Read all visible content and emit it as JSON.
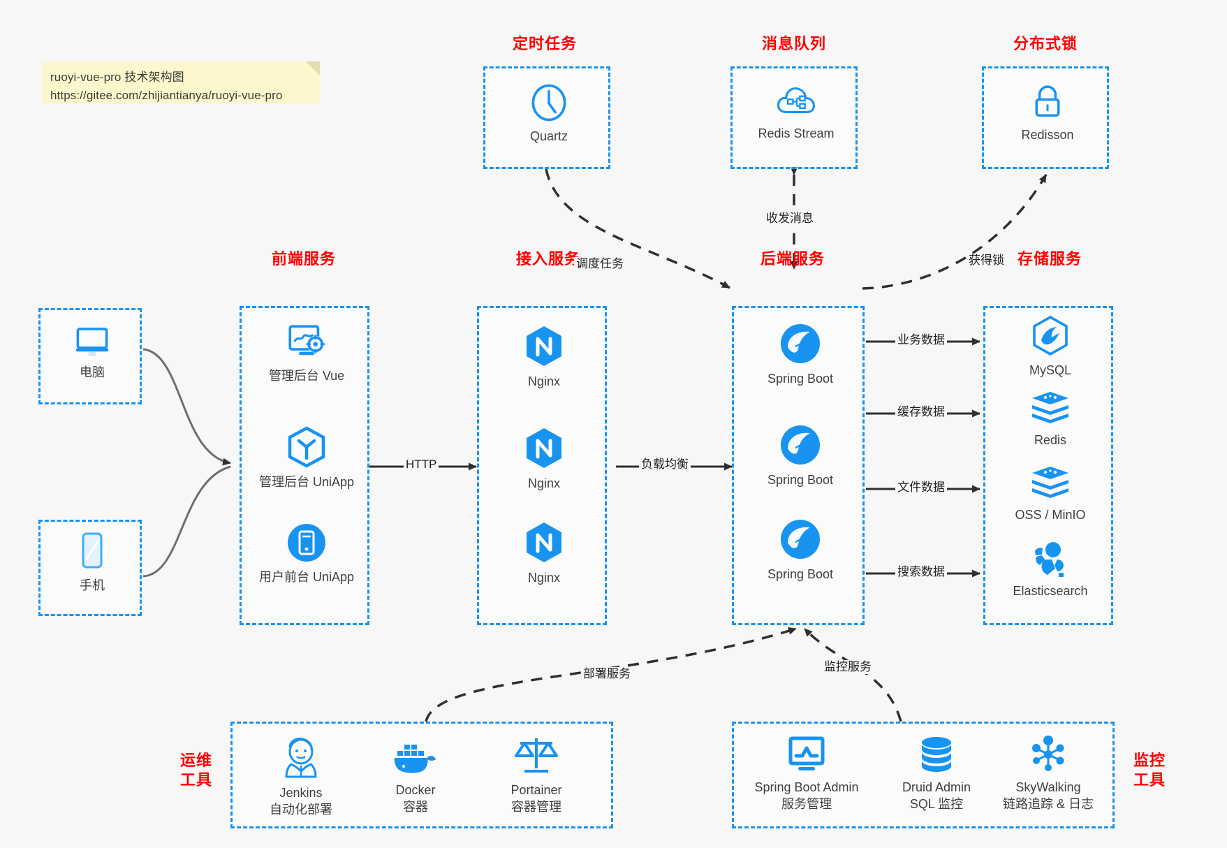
{
  "note": {
    "line1": "ruoyi-vue-pro 技术架构图",
    "line2": "https://gitee.com/zhijiantianya/ruoyi-vue-pro"
  },
  "colors": {
    "accent_blue": "#1893f0",
    "title_red": "#ff0000",
    "edge_gray": "#4a4a4a",
    "background": "#f7f7f7",
    "note_yellow": "#fdf7cd"
  },
  "groups": {
    "scheduled_task": {
      "title": "定时任务"
    },
    "message_queue": {
      "title": "消息队列"
    },
    "distributed_lock": {
      "title": "分布式锁"
    },
    "frontend": {
      "title": "前端服务"
    },
    "gateway": {
      "title": "接入服务"
    },
    "backend": {
      "title": "后端服务"
    },
    "storage": {
      "title": "存储服务"
    },
    "devops": {
      "title_line1": "运维",
      "title_line2": "工具"
    },
    "monitor": {
      "title_line1": "监控",
      "title_line2": "工具"
    }
  },
  "nodes": {
    "quartz": {
      "label": "Quartz",
      "icon": "clock-icon"
    },
    "redis_stream": {
      "label": "Redis Stream",
      "icon": "cloud-stream-icon"
    },
    "redisson": {
      "label": "Redisson",
      "icon": "lock-icon"
    },
    "computer": {
      "label": "电脑",
      "icon": "monitor-icon"
    },
    "phone": {
      "label": "手机",
      "icon": "smartphone-icon"
    },
    "admin_vue": {
      "label": "管理后台 Vue",
      "icon": "dashboard-settings-icon"
    },
    "admin_uniapp": {
      "label": "管理后台 UniApp",
      "icon": "cube-icon"
    },
    "user_uniapp": {
      "label": "用户前台 UniApp",
      "icon": "mobile-app-icon"
    },
    "nginx1": {
      "label": "Nginx",
      "icon": "nginx-icon"
    },
    "nginx2": {
      "label": "Nginx",
      "icon": "nginx-icon"
    },
    "nginx3": {
      "label": "Nginx",
      "icon": "nginx-icon"
    },
    "springboot1": {
      "label": "Spring Boot",
      "icon": "spring-boot-icon"
    },
    "springboot2": {
      "label": "Spring Boot",
      "icon": "spring-boot-icon"
    },
    "springboot3": {
      "label": "Spring Boot",
      "icon": "spring-boot-icon"
    },
    "mysql": {
      "label": "MySQL",
      "icon": "mysql-icon"
    },
    "redis": {
      "label": "Redis",
      "icon": "redis-icon"
    },
    "oss_minio": {
      "label": "OSS / MinIO",
      "icon": "oss-icon"
    },
    "elasticsearch": {
      "label": "Elasticsearch",
      "icon": "elasticsearch-icon"
    },
    "jenkins": {
      "label": "Jenkins",
      "sublabel": "自动化部署",
      "icon": "jenkins-icon"
    },
    "docker": {
      "label": "Docker",
      "sublabel": "容器",
      "icon": "docker-icon"
    },
    "portainer": {
      "label": "Portainer",
      "sublabel": "容器管理",
      "icon": "scales-icon"
    },
    "spring_boot_admin": {
      "label": "Spring Boot Admin",
      "sublabel": "服务管理",
      "icon": "monitor-chart-icon"
    },
    "druid_admin": {
      "label": "Druid Admin",
      "sublabel": "SQL 监控",
      "icon": "database-icon"
    },
    "skywalking": {
      "label": "SkyWalking",
      "sublabel": "链路追踪 & 日志",
      "icon": "skywalking-icon"
    }
  },
  "edges": {
    "http": "HTTP",
    "load_balance": "负载均衡",
    "schedule_task": "调度任务",
    "send_receive_message": "收发消息",
    "acquire_lock": "获得锁",
    "business_data": "业务数据",
    "cache_data": "缓存数据",
    "file_data": "文件数据",
    "search_data": "搜索数据",
    "deploy_service": "部署服务",
    "monitor_service": "监控服务"
  }
}
